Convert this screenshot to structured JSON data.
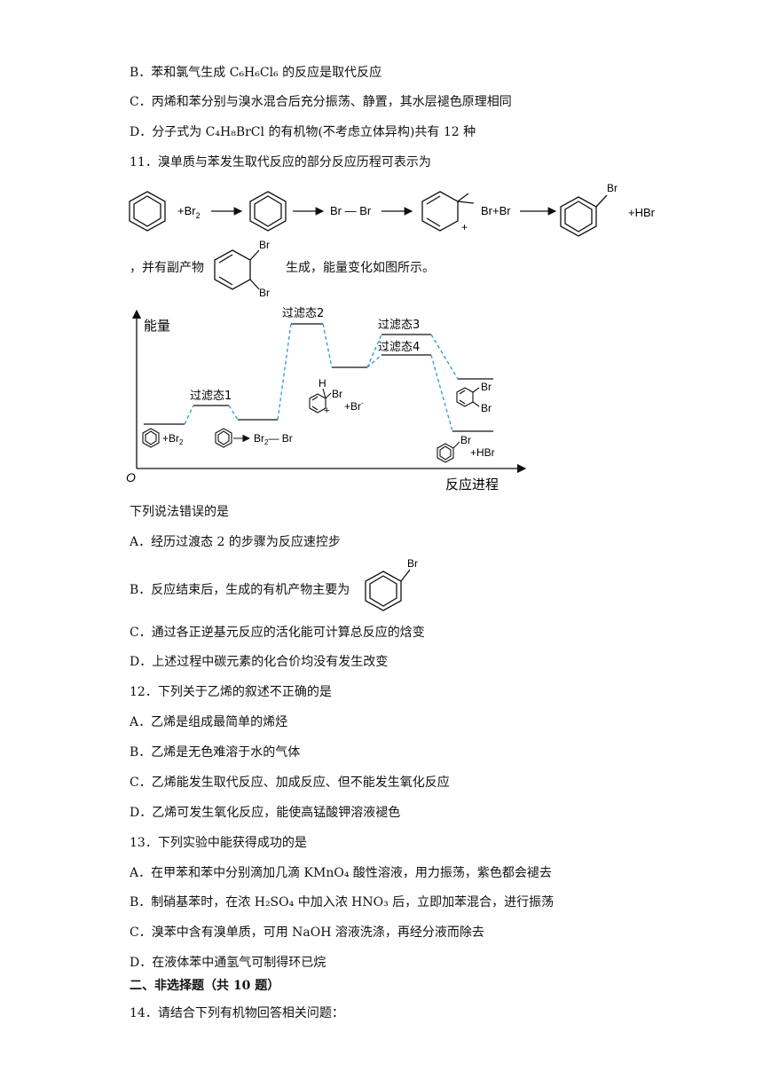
{
  "q10": {
    "B": "B．苯和氯气生成 C₆H₆Cl₆ 的反应是取代反应",
    "C": "C．丙烯和苯分别与溴水混合后充分振荡、静置，其水层褪色原理相同",
    "D": "D．分子式为 C₄H₈BrCl 的有机物(不考虑立体异构)共有 12 种"
  },
  "q11": {
    "stem": "11．溴单质与苯发生取代反应的部分反应历程可表示为",
    "scheme": {
      "plus_br2": "+Br",
      "br2_sub": "2",
      "br_br": "Br — Br",
      "br_plus_br": "Br+Br",
      "br": "Br",
      "plus_hbr": "+HBr",
      "plus_sign": "+"
    },
    "byproduct_prefix": "，并有副产物",
    "byproduct_suffix": "生成，能量变化如图所示。",
    "diagram": {
      "y_label": "能量",
      "x_label": "反应进程",
      "origin": "O",
      "ts1": "过滤态1",
      "ts2": "过滤态2",
      "ts3": "过滤态3",
      "ts4": "过滤态4",
      "s0": "+Br",
      "s0_sub": "2",
      "s1_a": "Br",
      "s1_sub": "2",
      "s1_b": "— Br",
      "h": "H",
      "br": "Br",
      "plus": "+",
      "br_minus": "+Br",
      "minus": "-",
      "plus_hbr": "+HBr"
    },
    "prompt": "下列说法错误的是",
    "A": "A．经历过渡态 2 的步骤为反应速控步",
    "B": "B．反应结束后，生成的有机产物主要为",
    "C": "C．通过各正逆基元反应的活化能可计算总反应的焓变",
    "D": "D．上述过程中碳元素的化合价均没有发生改变"
  },
  "q12": {
    "stem": "12．下列关于乙烯的叙述不正确的是",
    "A": "A．乙烯是组成最简单的烯烃",
    "B": "B．乙烯是无色难溶于水的气体",
    "C": "C．乙烯能发生取代反应、加成反应、但不能发生氧化反应",
    "D": "D．乙烯可发生氧化反应，能使高锰酸钾溶液褪色"
  },
  "q13": {
    "stem": "13．下列实验中能获得成功的是",
    "A": "A．在甲苯和苯中分别滴加几滴 KMnO₄ 酸性溶液，用力振荡，紫色都会褪去",
    "B": "B．制硝基苯时，在浓 H₂SO₄ 中加入浓 HNO₃ 后，立即加苯混合，进行振荡",
    "C": "C．溴苯中含有溴单质，可用 NaOH 溶液洗涤，再经分液而除去",
    "D": "D．在液体苯中通氢气可制得环已烷"
  },
  "section2": "二、非选择题（共 10 题）",
  "q14": "14．请结合下列有机物回答相关问题："
}
